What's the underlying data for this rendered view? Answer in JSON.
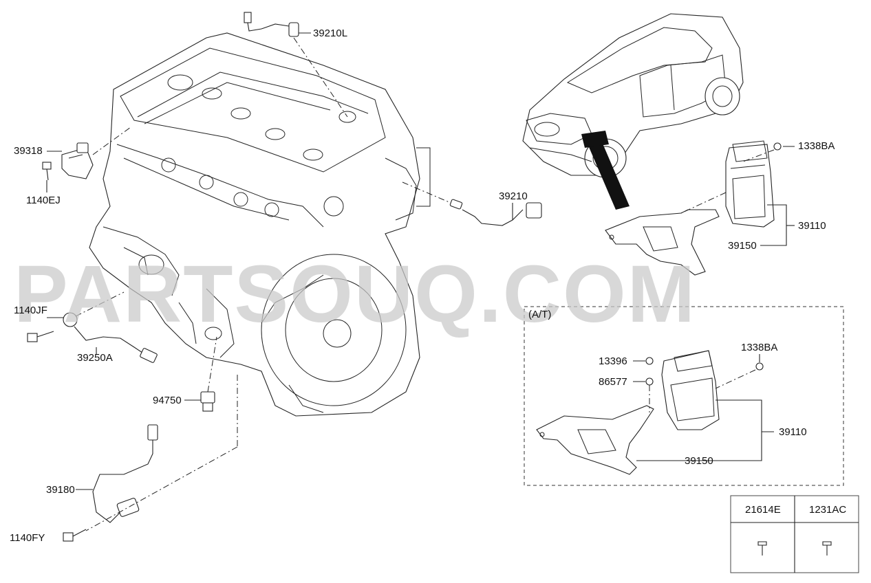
{
  "watermark": "PARTSOUQ.COM",
  "labels": {
    "p39210L": "39210L",
    "p39318": "39318",
    "p1140EJ": "1140EJ",
    "p39210": "39210",
    "p1338BA_top": "1338BA",
    "p39110_top": "39110",
    "p39150_top": "39150",
    "p1140JF": "1140JF",
    "p39250A": "39250A",
    "p94750": "94750",
    "p39180": "39180",
    "p1140FY": "1140FY"
  },
  "at_box": {
    "title": "(A/T)",
    "labels": {
      "p13396": "13396",
      "p86577": "86577",
      "p1338BA": "1338BA",
      "p39110": "39110",
      "p39150": "39150"
    }
  },
  "fastener_table": {
    "headers": [
      "21614E",
      "1231AC"
    ]
  }
}
